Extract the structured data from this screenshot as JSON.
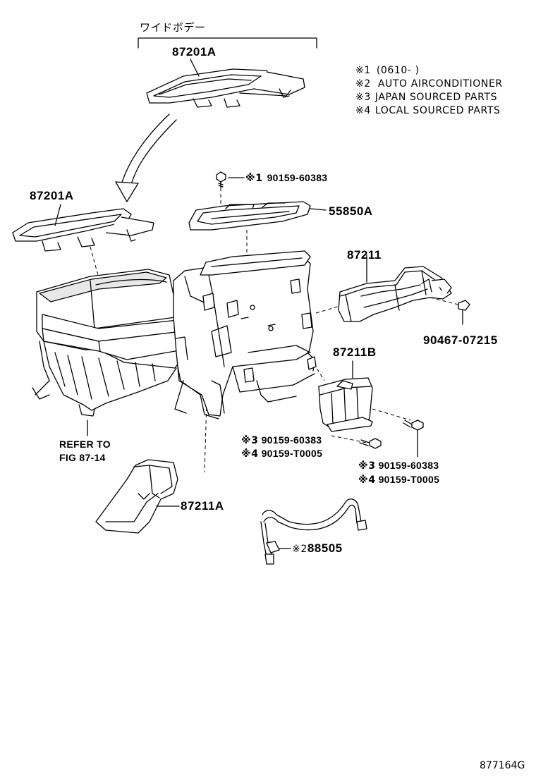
{
  "header": {
    "label": "ワイドボデー"
  },
  "notes": [
    {
      "mark": "※1",
      "text": "(0610-      )"
    },
    {
      "mark": "※2",
      "text": "AUTO AIRCONDITIONER"
    },
    {
      "mark": "※3",
      "text": "JAPAN SOURCED PARTS"
    },
    {
      "mark": "※4",
      "text": "LOCAL SOURCED PARTS"
    }
  ],
  "parts": {
    "duct_top_wide": {
      "number": "87201A"
    },
    "duct_top": {
      "number": "87201A"
    },
    "screw_top": {
      "mark": "※1",
      "number": "90159-60383"
    },
    "cover": {
      "number": "55850A"
    },
    "duct_right": {
      "number": "87211"
    },
    "clip": {
      "number": "90467-07215"
    },
    "duct_lower": {
      "number": "87211B"
    },
    "screw_left": [
      {
        "mark": "※3",
        "number": "90159-60383"
      },
      {
        "mark": "※4",
        "number": "90159-T0005"
      }
    ],
    "screw_right": [
      {
        "mark": "※3",
        "number": "90159-60383"
      },
      {
        "mark": "※4",
        "number": "90159-T0005"
      }
    ],
    "duct_bottom": {
      "number": "87211A"
    },
    "harness": {
      "mark": "※2",
      "number": "88505"
    }
  },
  "refer": {
    "line1": "REFER TO",
    "line2": "FIG 87-14"
  },
  "figure_code": "877164G"
}
